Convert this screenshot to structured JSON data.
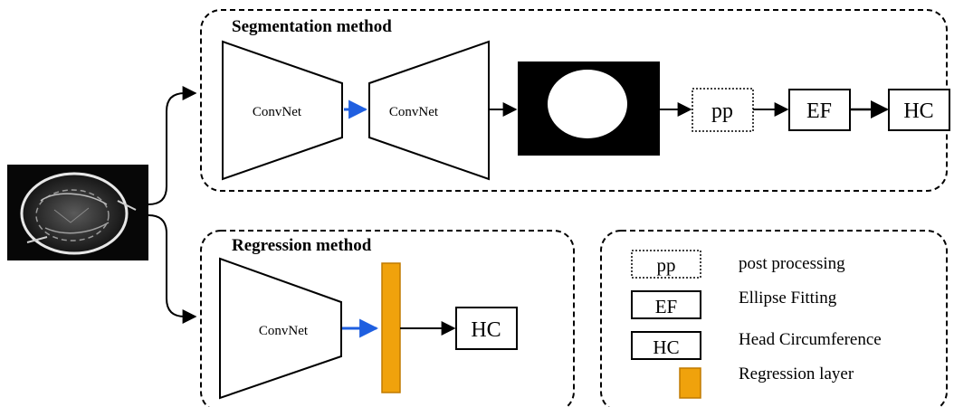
{
  "segmentation": {
    "title": "Segmentation method",
    "encoder_label": "ConvNet",
    "decoder_label": "ConvNet",
    "pp_label": "pp",
    "ef_label": "EF",
    "hc_label": "HC"
  },
  "regression": {
    "title": "Regression method",
    "encoder_label": "ConvNet",
    "hc_label": "HC"
  },
  "legend": {
    "items": [
      {
        "symbol": "pp",
        "description": "post processing"
      },
      {
        "symbol": "EF",
        "description": "Ellipse Fitting"
      },
      {
        "symbol": "HC",
        "description": "Head Circumference"
      },
      {
        "symbol": "",
        "description": "Regression layer"
      }
    ]
  },
  "colors": {
    "skip_arrow": "#1f5fe0",
    "regression_layer": "#f0a20c",
    "regression_layer_stroke": "#c07a00"
  }
}
